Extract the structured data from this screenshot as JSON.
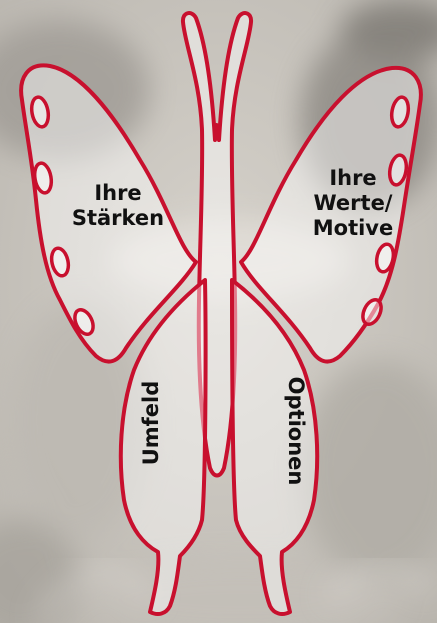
{
  "diagram": {
    "colors": {
      "outline": "#c8102e",
      "fill": "#ffffff",
      "text": "#111111"
    },
    "parts": {
      "left_upper_wing": {
        "lines": [
          "Ihre",
          "Stärken"
        ]
      },
      "right_upper_wing": {
        "lines": [
          "Ihre",
          "Werte/",
          "Motive"
        ]
      },
      "left_lower_wing": {
        "text": "Umfeld"
      },
      "right_lower_wing": {
        "text": "Optionen"
      }
    }
  }
}
